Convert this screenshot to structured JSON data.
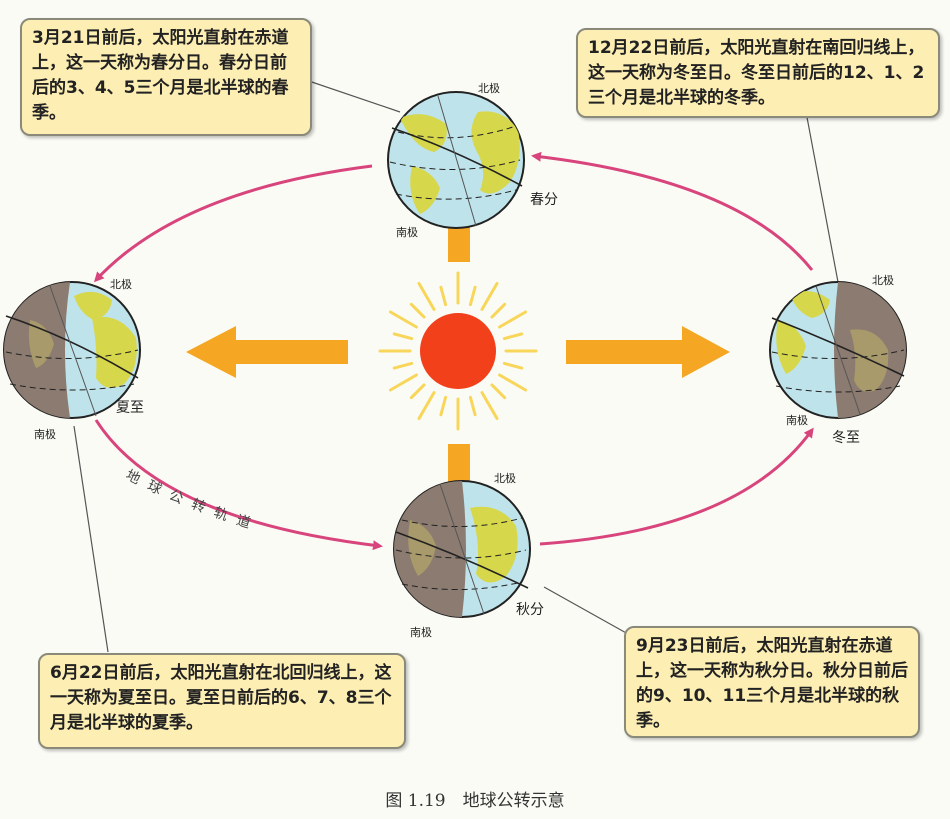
{
  "notes": {
    "spring": "3月21日前后，太阳光直射在赤道上，这一天称为春分日。春分日前后的3、4、5三个月是北半球的春季。",
    "winter": "12月22日前后，太阳光直射在南回归线上，这一天称为冬至日。冬至日前后的12、1、2三个月是北半球的冬季。",
    "summer": "6月22日前后，太阳光直射在北回归线上，这一天称为夏至日。夏至日前后的6、7、8三个月是北半球的夏季。",
    "autumn": "9月23日前后，太阳光直射在赤道上，这一天称为秋分日。秋分日前后的9、10、11三个月是北半球的秋季。"
  },
  "earth_labels": {
    "spring": "春分",
    "summer": "夏至",
    "autumn": "秋分",
    "winter": "冬至",
    "north_pole": "北极",
    "south_pole": "南极"
  },
  "orbit_label": "地球公转轨道",
  "caption": "图 1.19　地球公转示意",
  "colors": {
    "orbit": "#d8457c",
    "sun": "#f2401b",
    "rays": "#f7d65a",
    "arrow": "#f5a623",
    "note_bg": "#fdeeb4",
    "ocean": "#bfe3ea",
    "land": "#d6d74a",
    "night": "#8c7b70"
  }
}
